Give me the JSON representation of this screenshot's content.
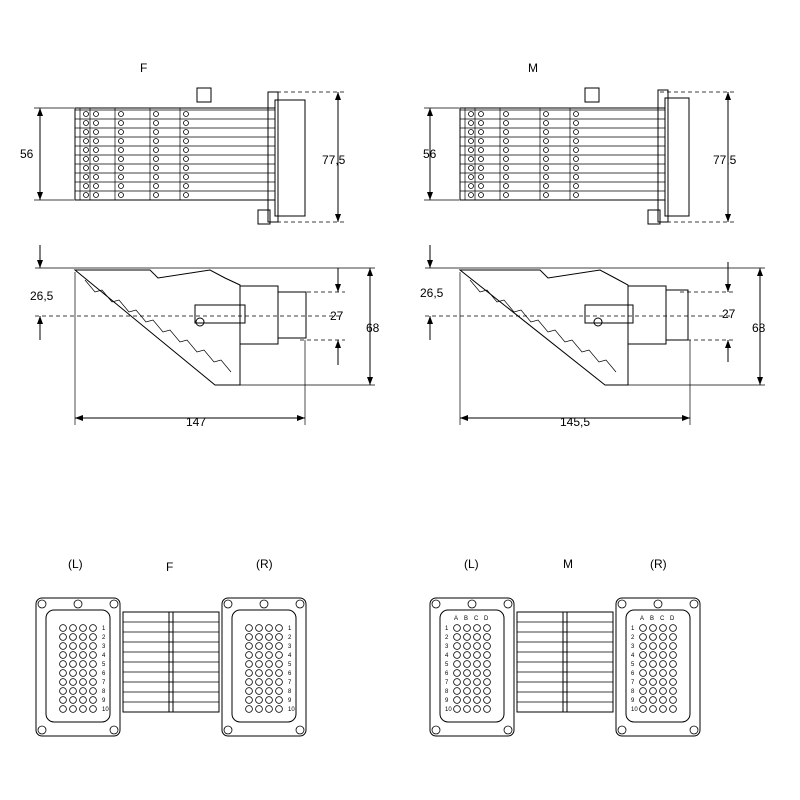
{
  "top_left": {
    "title": "F",
    "dims": {
      "height": "56",
      "flange": "77,5",
      "offset": "26,5",
      "mid": "27",
      "total": "68",
      "length": "147"
    }
  },
  "top_right": {
    "title": "M",
    "dims": {
      "height": "56",
      "flange": "77,5",
      "offset": "26,5",
      "mid": "27",
      "total": "68",
      "length": "145,5"
    }
  },
  "bottom": {
    "f_label": "F",
    "m_label": "M",
    "side_left": "(L)",
    "side_right": "(R)",
    "column_letters": [
      "A",
      "B",
      "C",
      "D"
    ],
    "row_numbers": [
      "1",
      "2",
      "3",
      "4",
      "5",
      "6",
      "7",
      "8",
      "9",
      "10"
    ]
  }
}
